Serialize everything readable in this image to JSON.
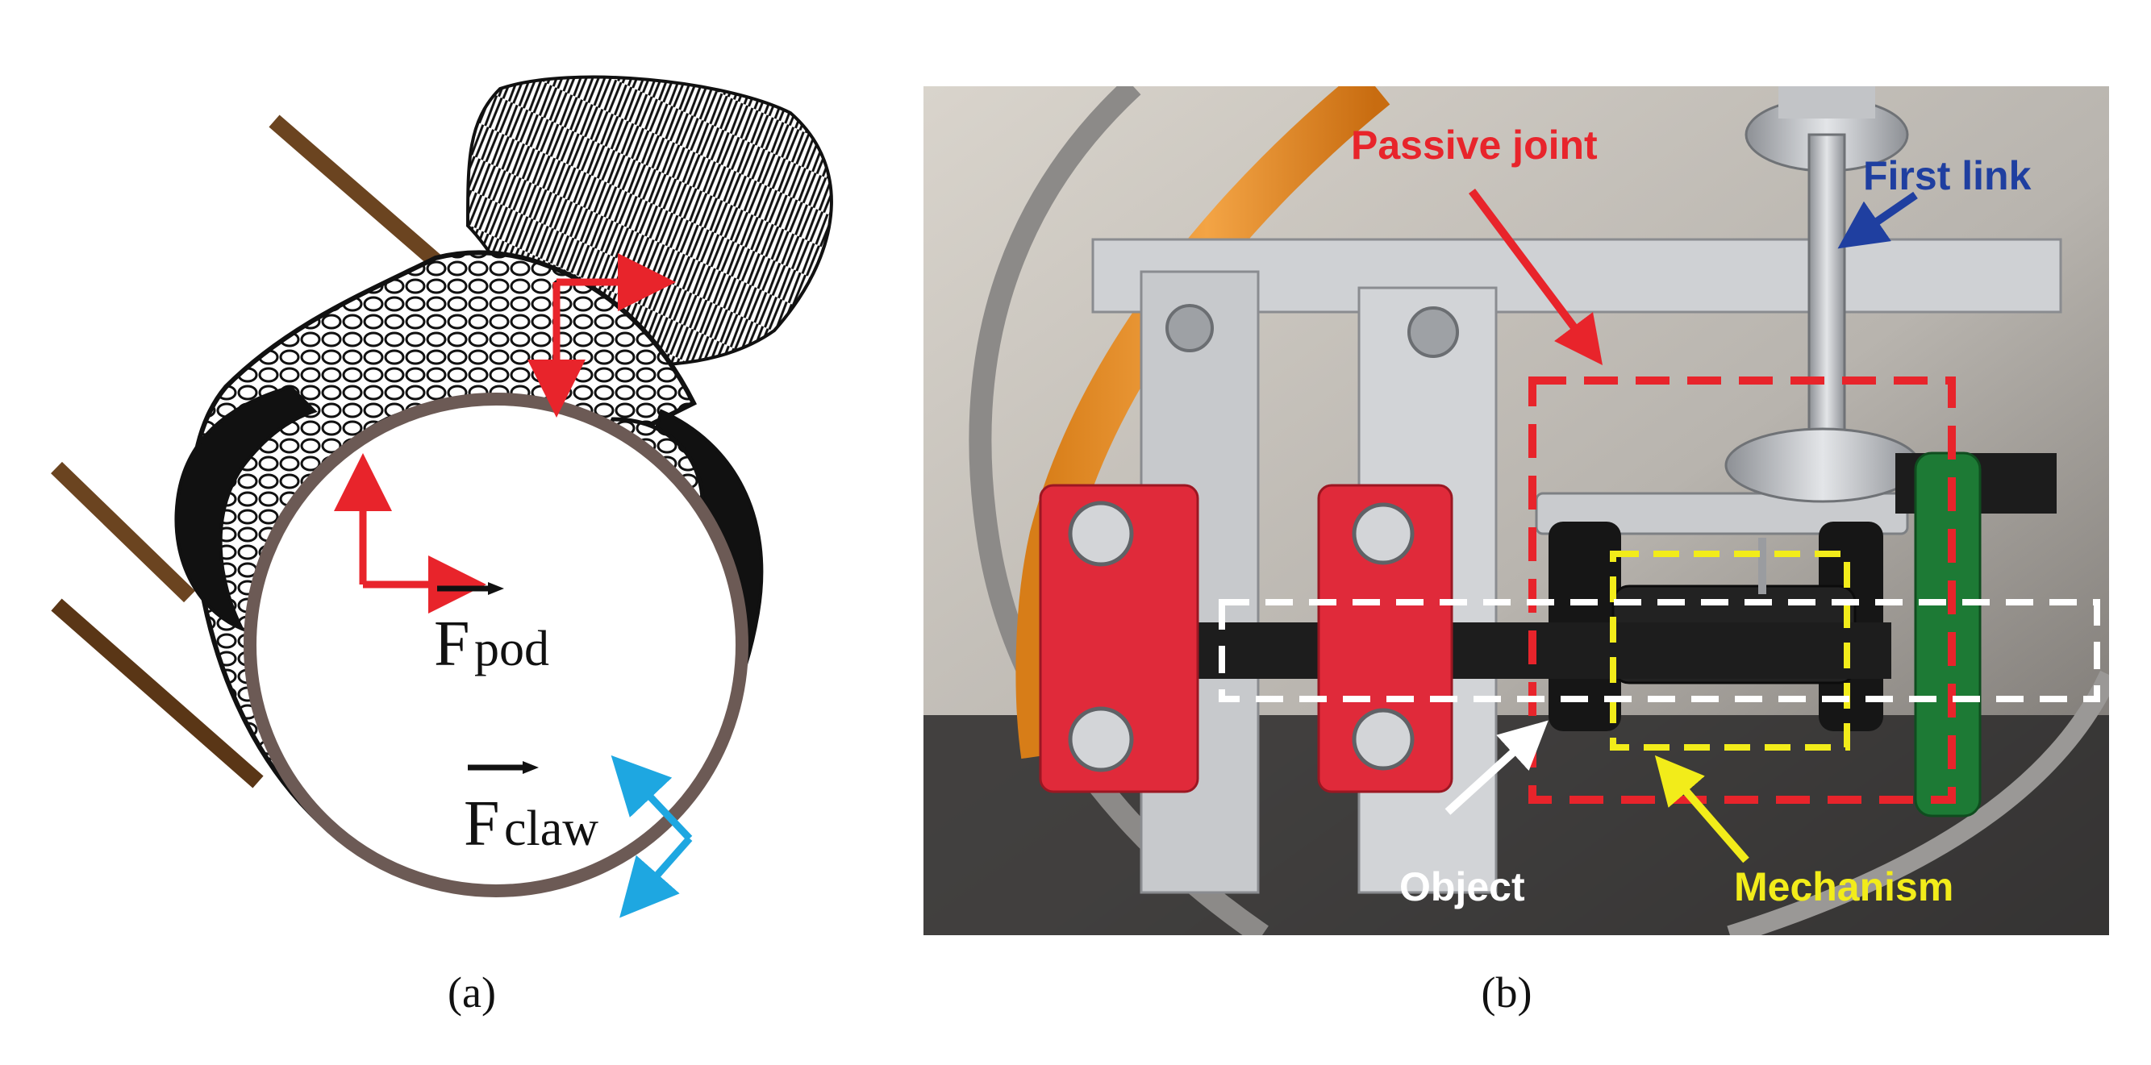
{
  "panel_a": {
    "caption": "(a)",
    "force_pod": {
      "symbol": "F",
      "subscript": "pod"
    },
    "force_claw": {
      "symbol": "F",
      "subscript": "claw"
    },
    "colors": {
      "pod_arrow": "#e8242b",
      "claw_arrow": "#1ea7e1",
      "perch": "#6b4420",
      "ink": "#111111"
    }
  },
  "panel_b": {
    "caption": "(b)",
    "labels": {
      "passive_joint": "Passive joint",
      "first_link": "First link",
      "object": "Object",
      "mechanism": "Mechanism"
    },
    "colors": {
      "passive_joint": "#e8242b",
      "first_link": "#1f3fa0",
      "object": "#ffffff",
      "mechanism": "#f2ec1a",
      "clamp": "#e02a3a"
    }
  }
}
